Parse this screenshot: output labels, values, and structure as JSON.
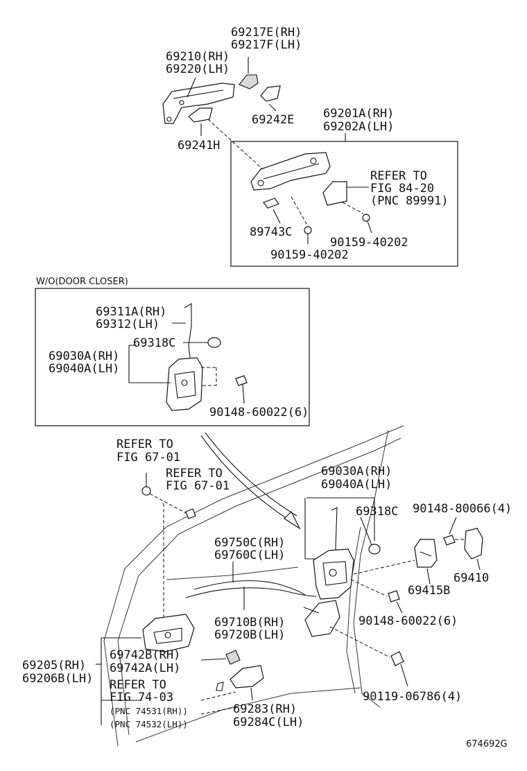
{
  "labels": {
    "handle_cover_rh": "69217E(RH)",
    "handle_cover_lh": "69217F(LH)",
    "outer_handle_rh": "69210(RH)",
    "outer_handle_lh": "69220(LH)",
    "pad_rear": "69242E",
    "pad_front": "69241H",
    "frame_rh": "69201A(RH)",
    "frame_lh": "69202A(LH)",
    "refer_84_line1": "REFER TO",
    "refer_84_line2": "FIG 84-20",
    "refer_84_line3": "(PNC 89991)",
    "clip_89743": "89743C",
    "screw_top_right": "90159-40202",
    "screw_top_bottom": "90159-40202",
    "wo_door_closer": "W/O(DOOR CLOSER)",
    "rod_rh": "69311A(RH)",
    "rod_lh": "69312(LH)",
    "grommet_inset": "69318C",
    "lock_inset_rh": "69030A(RH)",
    "lock_inset_lh": "69040A(LH)",
    "screw_inset": "90148-60022(6)",
    "refer_67a_line1": "REFER TO",
    "refer_67a_line2": "FIG 67-01",
    "refer_67b_line1": "REFER TO",
    "refer_67b_line2": "FIG 67-01",
    "lock_main_rh": "69030A(RH)",
    "lock_main_lh": "69040A(LH)",
    "grommet_main": "69318C",
    "screw_striker": "90148-80066(4)",
    "cable_rh": "69750C(RH)",
    "cable_lh": "69760C(LH)",
    "striker": "69410",
    "striker_plate": "69415B",
    "cable2_rh": "69710B(RH)",
    "cable2_lh": "69720B(LH)",
    "screw_main": "90148-60022(6)",
    "inner_handle_rh": "69205(RH)",
    "inner_handle_lh": "69206B(LH)",
    "bezel_rh": "69742B(RH)",
    "bezel_lh": "69742A(LH)",
    "refer_74_line1": "REFER TO",
    "refer_74_line2": "FIG 74-03",
    "pnc_74531": "(PNC 74531(RH))",
    "pnc_74532": "(PNC 74532(LH))",
    "bolt_main": "90119-06786(4)",
    "cover_rh": "69283(RH)",
    "cover_lh": "69284C(LH)",
    "figure_id": "674692G"
  }
}
